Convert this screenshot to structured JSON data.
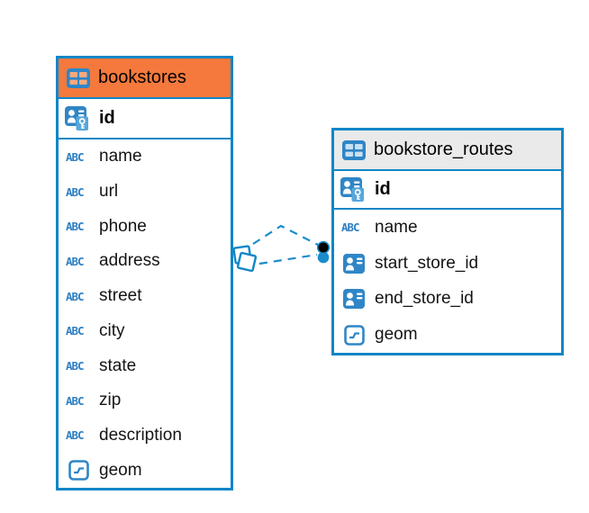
{
  "canvas": {
    "background": "#ffffff"
  },
  "colors": {
    "table_border": "#1186C8",
    "icon_blue": "#2F86C6",
    "key_panel_blue": "#57A7DB",
    "abc_blue": "#2F80C3",
    "relationship_dash": "#1B8CCB",
    "relationship_dot_fill": "#000000",
    "bookstores_header_bg": "#F5793C",
    "bookstore_routes_header_bg": "#EAEAEA"
  },
  "tables": [
    {
      "name": "bookstores",
      "header_bg": "#F5793C",
      "icon_cell_color": "#F9A87D",
      "pk": {
        "label": "id"
      },
      "columns": [
        {
          "label": "name",
          "icon": "text-type"
        },
        {
          "label": "url",
          "icon": "text-type"
        },
        {
          "label": "phone",
          "icon": "text-type"
        },
        {
          "label": "address",
          "icon": "text-type"
        },
        {
          "label": "street",
          "icon": "text-type"
        },
        {
          "label": "city",
          "icon": "text-type"
        },
        {
          "label": "state",
          "icon": "text-type"
        },
        {
          "label": "zip",
          "icon": "text-type"
        },
        {
          "label": "description",
          "icon": "text-type"
        },
        {
          "label": "geom",
          "icon": "geometry-type"
        }
      ]
    },
    {
      "name": "bookstore_routes",
      "header_bg": "#EAEAEA",
      "icon_cell_color": "#C9E0F3",
      "pk": {
        "label": "id"
      },
      "columns": [
        {
          "label": "name",
          "icon": "text-type"
        },
        {
          "label": "start_store_id",
          "icon": "foreign-key"
        },
        {
          "label": "end_store_id",
          "icon": "foreign-key"
        },
        {
          "label": "geom",
          "icon": "geometry-type"
        }
      ]
    }
  ],
  "relationships": {
    "style": "dashed",
    "between": [
      "bookstores",
      "bookstore_routes"
    ],
    "link_count": 2
  }
}
